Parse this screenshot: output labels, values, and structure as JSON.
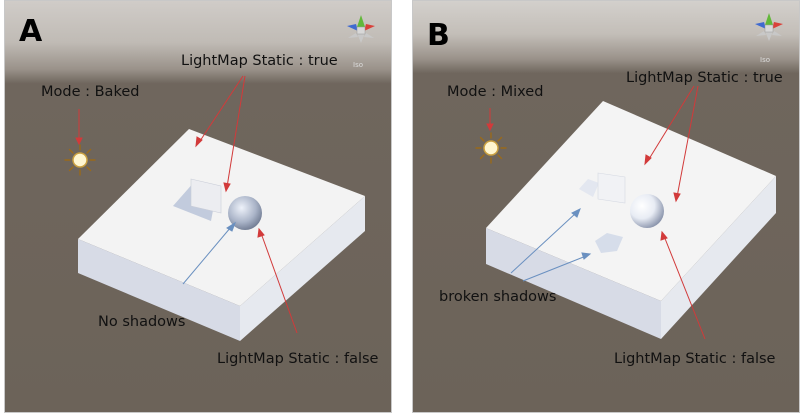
{
  "panels": [
    {
      "letter": "A",
      "labels": {
        "mode": "Mode : Baked",
        "static_true": "LightMap Static : true",
        "shadow_note": "No shadows",
        "static_false": "LightMap Static : false"
      },
      "gizmo": {
        "projection": "Iso"
      }
    },
    {
      "letter": "B",
      "labels": {
        "mode": "Mode : Mixed",
        "static_true": "LightMap Static : true",
        "shadow_note": "broken shadows",
        "static_false": "LightMap Static : false"
      },
      "gizmo": {
        "projection": "Iso"
      }
    }
  ],
  "colors": {
    "sky": "#d2cfcb",
    "horizon": "#aaa49e",
    "ground": "#6f665d",
    "box_top": "#f4f4f4",
    "box_front": "#d6dcec",
    "box_side": "#e4e8f0",
    "arrow_red": "#d23a3a",
    "arrow_blue": "#6a90c0",
    "sun": "#f5d77a"
  }
}
